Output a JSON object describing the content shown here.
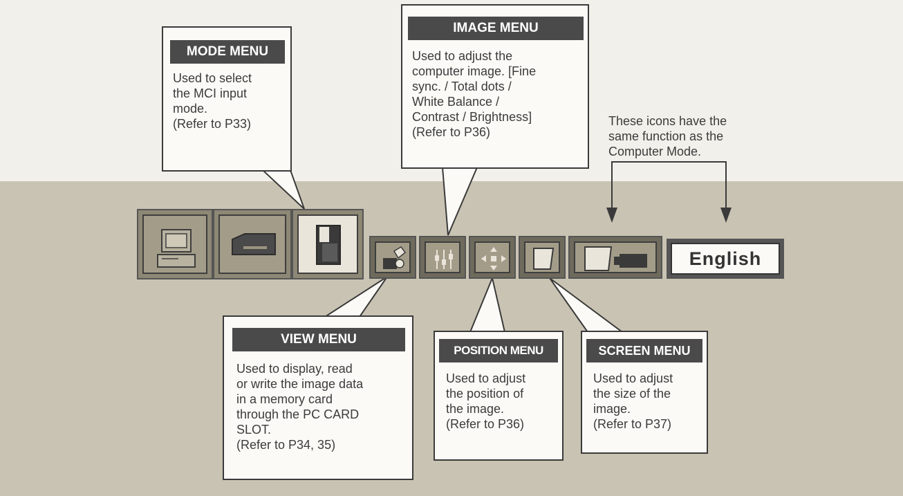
{
  "mode_menu": {
    "title": "MODE MENU",
    "body": "Used to select\nthe MCI input\nmode.\n(Refer to P33)"
  },
  "image_menu": {
    "title": "IMAGE MENU",
    "body": "Used to adjust  the\ncomputer image. [Fine\nsync. / Total dots /\nWhite Balance /\nContrast / Brightness]\n(Refer to P36)"
  },
  "note": {
    "text": "These icons have the\nsame function as the\nComputer Mode."
  },
  "view_menu": {
    "title": "VIEW MENU",
    "body": "Used to display, read\nor write the image data\nin a memory card\nthrough the PC CARD\nSLOT.\n(Refer to P34, 35)"
  },
  "position_menu": {
    "title": "POSITION MENU",
    "body": "Used to adjust\nthe position of\nthe image.\n(Refer to P36)"
  },
  "screen_menu": {
    "title": "SCREEN MENU",
    "body": "Used to adjust\nthe size of the\nimage.\n(Refer to P37)"
  },
  "menu_bar": {
    "icons": [
      "computer-icon",
      "video-deck-icon",
      "memory-card-icon",
      "view-icon",
      "image-adjust-icon",
      "position-icon",
      "screen-icon",
      "camera-icon"
    ],
    "language": "English"
  },
  "colors": {
    "band": "#c9c3b3",
    "callout_title": "#4a4a4a",
    "background": "#f2f0ea"
  }
}
